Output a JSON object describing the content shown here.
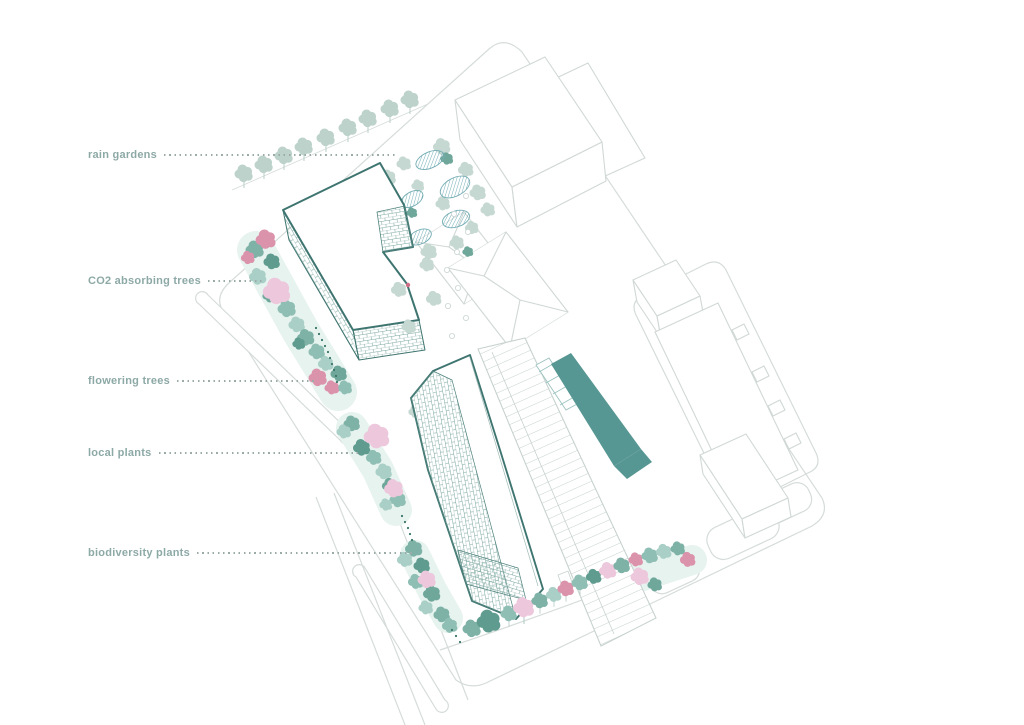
{
  "diagram": {
    "type": "landscape-sustainability-axonometric-site-plan",
    "legend": {
      "items": [
        {
          "id": "rain-gardens",
          "label": "rain gardens"
        },
        {
          "id": "co2-absorbing-trees",
          "label": "CO2 absorbing trees"
        },
        {
          "id": "flowering-trees",
          "label": "flowering trees"
        },
        {
          "id": "local-plants",
          "label": "local plants"
        },
        {
          "id": "biodiversity-plants",
          "label": "biodiversity plants"
        }
      ]
    }
  },
  "palette": {
    "label_text": "#8da9a6",
    "leader_dots": "#9aaba8",
    "design_building_outline": "#3f7570",
    "facade_hatch": "#7aa69e",
    "context_outline": "#d0d8d6",
    "teal_roof": "#579793",
    "rain_garden_hatch": "#4d98a3",
    "tree_teal_dark": "#5f9c8f",
    "tree_teal": "#7fb2a7",
    "tree_teal_light": "#a9cfc6",
    "tree_pale": "#c6d8d2",
    "tree_pink_dark": "#db93ac",
    "tree_pink_light": "#edc7dc",
    "planting_strip_bg": "#e7f3ef"
  }
}
